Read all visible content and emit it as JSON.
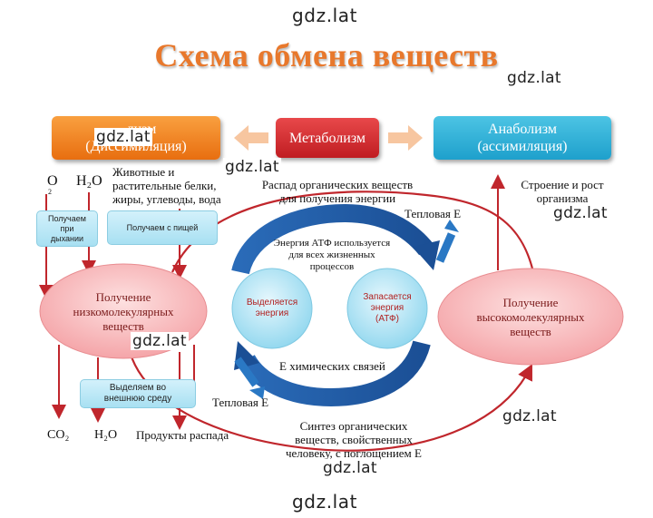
{
  "watermarks": [
    "gdz.lat",
    "gdz.lat",
    "gdz.lat",
    "gdz.lat",
    "gdz.lat",
    "gdz.lat",
    "gdz.lat",
    "gdz.lat"
  ],
  "title": "Схема обмена веществ",
  "boxes": {
    "catabolism_line1": "...лизм",
    "catabolism_line2": "(Диссимиляция)",
    "metabolism": "Метаболизм",
    "anabolism_line1": "Анаболизм",
    "anabolism_line2": "(ассимиляция)"
  },
  "inputs": {
    "o2": "O",
    "o2_sub": "2",
    "h2o": "H₂O",
    "food_text": [
      "Животные и",
      "растительные белки,",
      "жиры, углеводы, вода"
    ],
    "breath_box": [
      "Получаем",
      "при",
      "дыхании"
    ],
    "food_box": "Получаем с пищей"
  },
  "labels": {
    "decomp": [
      "Распад органических веществ",
      "для получения энергии"
    ],
    "build": [
      "Строение и рост",
      "организма"
    ],
    "heat_top": "Тепловая Е",
    "heat_bottom": "Тепловая Е",
    "atp_use": [
      "Энергия АТФ используется",
      "для всех жизненных",
      "процессов"
    ],
    "chem_bonds": "Е химических связей",
    "synthesis": [
      "Синтез органических",
      "веществ, свойственных",
      "человеку, с поглощением Е"
    ],
    "excrete_box": [
      "Выделяем во",
      "внешнюю среду"
    ]
  },
  "ellipses": {
    "left": [
      "Получение",
      "низкомолекулярных",
      "веществ"
    ],
    "right": [
      "Получение",
      "высокомолекулярных",
      "веществ"
    ]
  },
  "circles": {
    "release": [
      "Выделяется",
      "энергия"
    ],
    "store": [
      "Запасается",
      "энергия",
      "(АТФ)"
    ]
  },
  "outputs": {
    "co2": "CO₂",
    "h2o": "H₂O",
    "products": "Продукты распада"
  },
  "colors": {
    "title": "#e8782c",
    "arrow_red": "#c0262c",
    "arrow_blue": "#1f5da8",
    "ellipse_fill": "#f8b7b7",
    "circle_fill": "#aee3f3"
  }
}
